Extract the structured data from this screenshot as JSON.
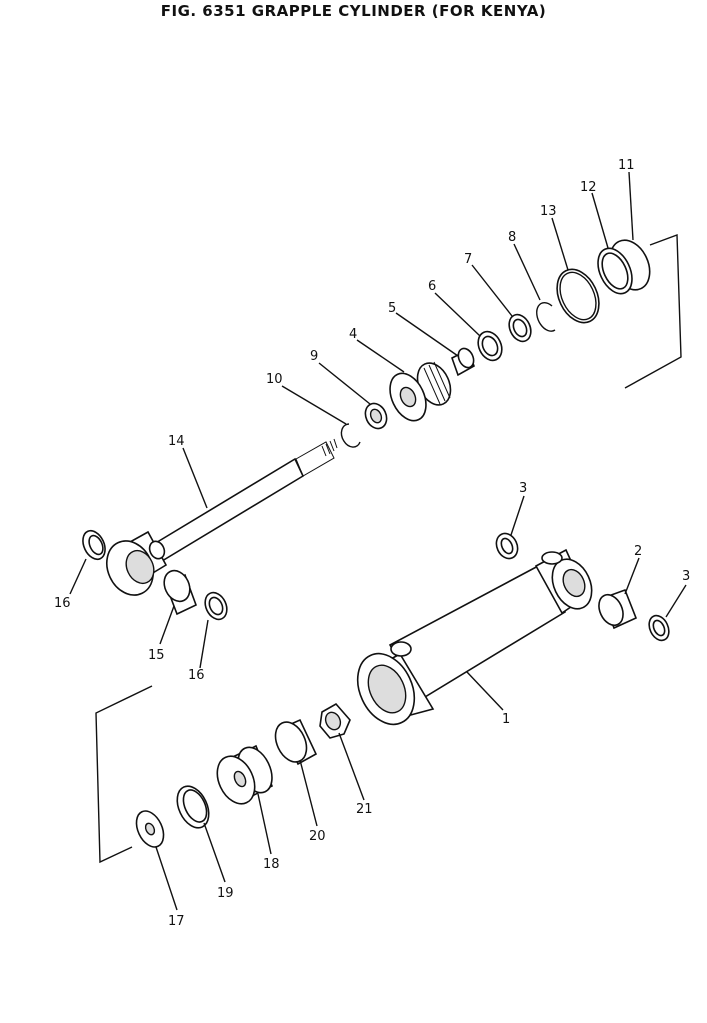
{
  "title": "FIG. 6351  GRAPPLE CYLINDER (FOR KENYA)",
  "parts": [
    {
      "id": "p1",
      "label": "1"
    },
    {
      "id": "p2",
      "label": "2"
    },
    {
      "id": "p3a",
      "label": "3"
    },
    {
      "id": "p3b",
      "label": "3"
    },
    {
      "id": "p4",
      "label": "4"
    },
    {
      "id": "p5",
      "label": "5"
    },
    {
      "id": "p6",
      "label": "6"
    },
    {
      "id": "p7",
      "label": "7"
    },
    {
      "id": "p8",
      "label": "8"
    },
    {
      "id": "p9",
      "label": "9"
    },
    {
      "id": "p10",
      "label": "10"
    },
    {
      "id": "p11",
      "label": "11"
    },
    {
      "id": "p12",
      "label": "12"
    },
    {
      "id": "p13",
      "label": "13"
    },
    {
      "id": "p14",
      "label": "14"
    },
    {
      "id": "p15",
      "label": "15"
    },
    {
      "id": "p16a",
      "label": "16"
    },
    {
      "id": "p16b",
      "label": "16"
    },
    {
      "id": "p17",
      "label": "17"
    },
    {
      "id": "p18",
      "label": "18"
    },
    {
      "id": "p19",
      "label": "19"
    },
    {
      "id": "p20",
      "label": "20"
    },
    {
      "id": "p21",
      "label": "21"
    }
  ]
}
